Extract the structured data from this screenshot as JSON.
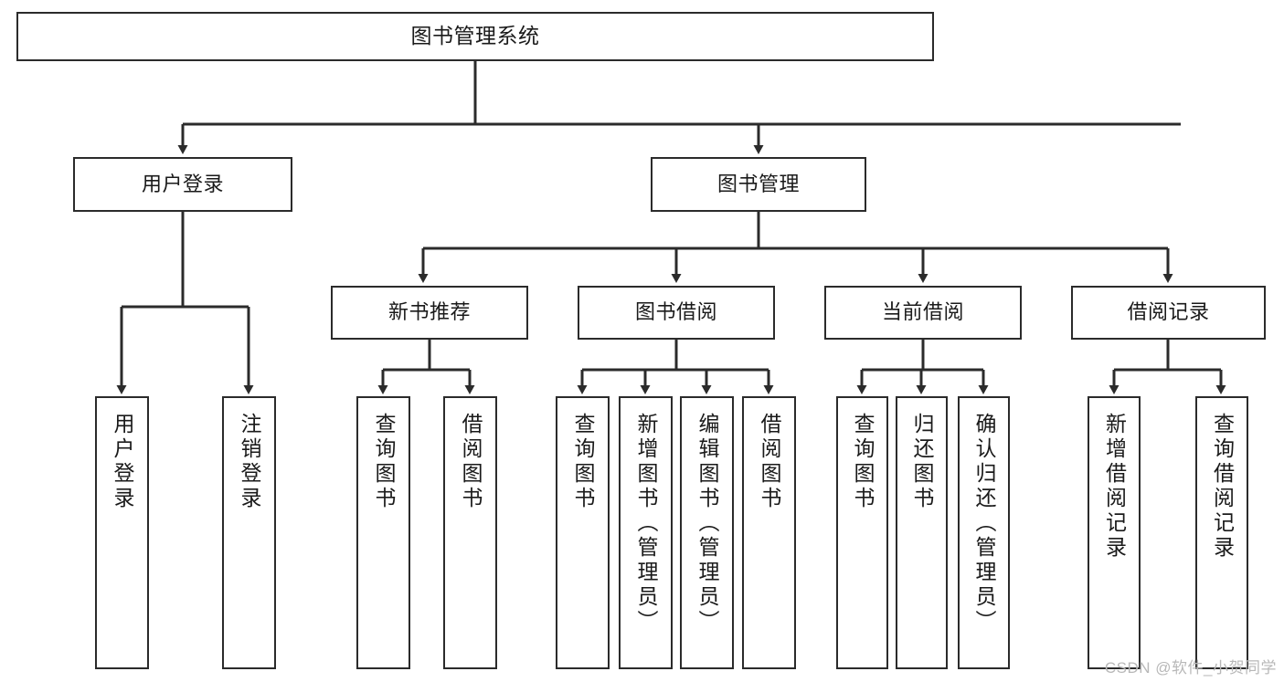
{
  "diagram": {
    "type": "tree-hierarchy-diagram",
    "title": "图书管理系统",
    "root": {
      "id": "root",
      "label": "图书管理系统"
    },
    "level2": [
      {
        "id": "user-login",
        "label": "用户登录"
      },
      {
        "id": "book-management",
        "label": "图书管理"
      }
    ],
    "level3": [
      {
        "id": "new-book-recommend",
        "label": "新书推荐",
        "parent": "book-management"
      },
      {
        "id": "book-borrow",
        "label": "图书借阅",
        "parent": "book-management"
      },
      {
        "id": "current-borrow",
        "label": "当前借阅",
        "parent": "book-management"
      },
      {
        "id": "borrow-record",
        "label": "借阅记录",
        "parent": "book-management"
      }
    ],
    "leaves": [
      {
        "id": "leaf-user-login",
        "label": "用户登录",
        "parent": "user-login"
      },
      {
        "id": "leaf-logout-login",
        "label": "注销登录",
        "parent": "user-login"
      },
      {
        "id": "leaf-query-book-1",
        "label": "查询图书",
        "parent": "new-book-recommend"
      },
      {
        "id": "leaf-borrow-book-1",
        "label": "借阅图书",
        "parent": "new-book-recommend"
      },
      {
        "id": "leaf-query-book-2",
        "label": "查询图书",
        "parent": "book-borrow"
      },
      {
        "id": "leaf-add-book",
        "label": "新增图书（管理员）",
        "parent": "book-borrow"
      },
      {
        "id": "leaf-edit-book",
        "label": "编辑图书（管理员）",
        "parent": "book-borrow"
      },
      {
        "id": "leaf-borrow-book-2",
        "label": "借阅图书",
        "parent": "book-borrow"
      },
      {
        "id": "leaf-query-book-3",
        "label": "查询图书",
        "parent": "current-borrow"
      },
      {
        "id": "leaf-return-book",
        "label": "归还图书",
        "parent": "current-borrow"
      },
      {
        "id": "leaf-confirm-return",
        "label": "确认归还（管理员）",
        "parent": "current-borrow"
      },
      {
        "id": "leaf-add-record",
        "label": "新增借阅记录",
        "parent": "borrow-record"
      },
      {
        "id": "leaf-query-record",
        "label": "查询借阅记录",
        "parent": "borrow-record"
      }
    ],
    "colors": {
      "stroke": "#2b2b2b",
      "fill": "#ffffff",
      "text": "#1a1a1a",
      "watermark": "#b8b8b8"
    }
  },
  "watermark": {
    "text": "CSDN @软件_小贺同学"
  }
}
